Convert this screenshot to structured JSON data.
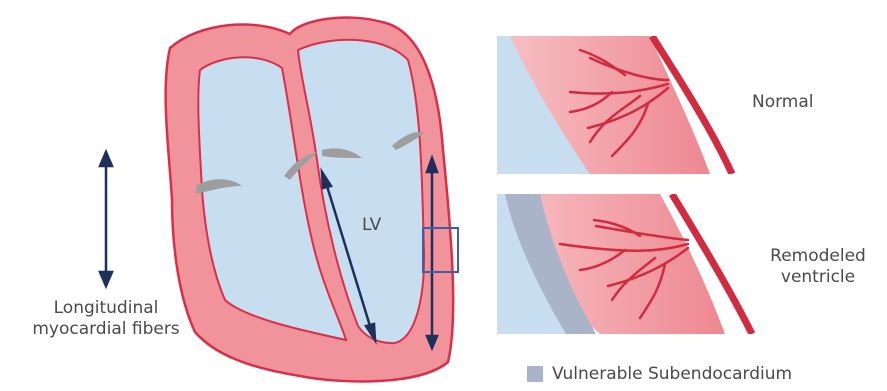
{
  "labels": {
    "lv": "LV",
    "longitudinal_line1": "Longitudinal",
    "longitudinal_line2": "myocardial fibers",
    "normal": "Normal",
    "remodeled_line1": "Remodeled",
    "remodeled_line2": "ventricle",
    "legend": "Vulnerable Subendocardium"
  },
  "colors": {
    "myocardium": "#f0939b",
    "myocardium_outline": "#d9304a",
    "cavity": "#c7ddf0",
    "valve": "#9e9e9e",
    "arrow": "#1f2f5c",
    "vessel": "#d22a3f",
    "subendocardium": "#a9b4c8",
    "text": "#4a4a4a"
  }
}
